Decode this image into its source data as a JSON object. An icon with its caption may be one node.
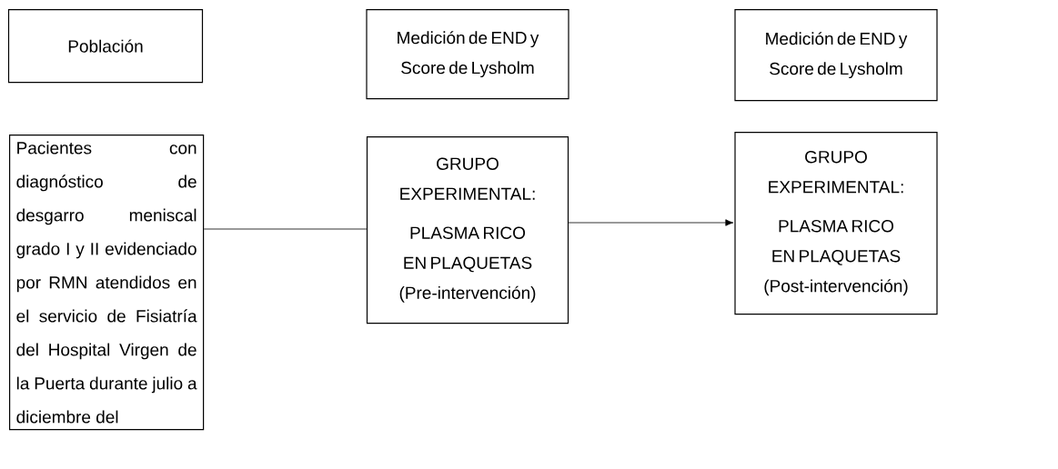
{
  "diagram": {
    "nodes": [
      {
        "text": [
          "Población"
        ]
      },
      {
        "text": [
          "Medición de END y Score de Lysholm"
        ]
      },
      {
        "text": [
          "Medición de END y Score de Lysholm"
        ]
      },
      {
        "text": [
          "Pacientes con diagnóstico de desgarro meniscal grado I y II evidenciado por RMN atendidos en el servicio de Fisiatría del Hospital Virgen de la Puerta durante julio a diciembre del"
        ]
      },
      {
        "text": [
          "GRUPO EXPERIMENTAL:",
          "PLASMA RICO EN PLAQUETAS (Pre-intervención)"
        ]
      },
      {
        "text": [
          "GRUPO EXPERIMENTAL:",
          "PLASMA RICO EN PLAQUETAS (Post-intervención)"
        ]
      }
    ],
    "edges": [
      {
        "from": 3,
        "to": 4,
        "arrow": "none"
      },
      {
        "from": 4,
        "to": 5,
        "arrow": "to"
      }
    ]
  }
}
